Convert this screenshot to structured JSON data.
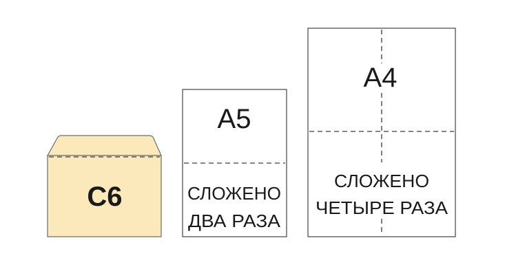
{
  "envelope": {
    "label": "C6",
    "fill_color": "#fbe8bb",
    "border_color": "#6b6b6b"
  },
  "sheet_a5": {
    "label": "A5",
    "caption_lines": [
      "СЛОЖЕНО",
      "ДВА РАЗА"
    ],
    "border_color": "#444444"
  },
  "sheet_a4": {
    "label": "A4",
    "caption_lines": [
      "СЛОЖЕНО",
      "ЧЕТЫРЕ РАЗА"
    ],
    "border_color": "#444444"
  },
  "fold_line_color": "#3a3a3a"
}
